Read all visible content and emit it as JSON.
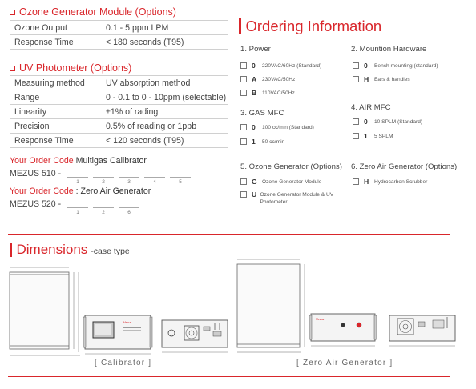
{
  "ozone_module": {
    "title": "Ozone Generator Module (Options)",
    "rows": [
      {
        "k": "Ozone Output",
        "v": "0.1 - 5 ppm LPM"
      },
      {
        "k": "Response Time",
        "v": "< 180 seconds (T95)"
      }
    ]
  },
  "uv_photometer": {
    "title": "UV Photometer (Options)",
    "rows": [
      {
        "k": "Measuring method",
        "v": "UV absorption method"
      },
      {
        "k": "Range",
        "v": "0 - 0.1 to 0 - 10ppm (selectable)"
      },
      {
        "k": "Linearity",
        "v": "±1% of rading"
      },
      {
        "k": "Precision",
        "v": "0.5% of reading or 1ppb"
      },
      {
        "k": "Response Time",
        "v": "< 120 seconds (T95)"
      }
    ]
  },
  "order_code_1": {
    "label": "Your Order Code",
    "name": " Multigas Calibrator",
    "model": "MEZUS 510 -",
    "slots": [
      "1",
      "2",
      "3",
      "4",
      "5"
    ]
  },
  "order_code_2": {
    "label": "Your Order Code",
    "name": " : Zero Air Generator",
    "model": "MEZUS 520 -",
    "slots": [
      "1",
      "2",
      "6"
    ]
  },
  "ordering": {
    "title": "Ordering Information",
    "power": {
      "title": "1. Power",
      "options": [
        {
          "code": "0",
          "desc": "220VAC/60Hz (Standard)"
        },
        {
          "code": "A",
          "desc": "230VAC/50Hz"
        },
        {
          "code": "B",
          "desc": "110VAC/50Hz"
        }
      ]
    },
    "mount": {
      "title": "2. Mountion Hardware",
      "options": [
        {
          "code": "0",
          "desc": "Bench mounting (standard)"
        },
        {
          "code": "H",
          "desc": "Ears & handles"
        }
      ]
    },
    "gas_mfc": {
      "title": "3. GAS MFC",
      "options": [
        {
          "code": "0",
          "desc": "100 cc/min (Standard)"
        },
        {
          "code": "1",
          "desc": "50 cc/min"
        }
      ]
    },
    "air_mfc": {
      "title": "4. AIR MFC",
      "options": [
        {
          "code": "0",
          "desc": "10 SPLM (Standard)"
        },
        {
          "code": "1",
          "desc": "5 SPLM"
        }
      ]
    },
    "ozone_gen": {
      "title": "5. Ozone Generator (Options)",
      "options": [
        {
          "code": "G",
          "desc": "Ozone Generator Module"
        },
        {
          "code": "U",
          "desc": "Ozone Generator Module & UV Photometer"
        }
      ]
    },
    "zero_air": {
      "title": "6. Zero Air Generator (Options)",
      "options": [
        {
          "code": "H",
          "desc": "Hydrocarbon Scrubber"
        }
      ]
    }
  },
  "dimensions": {
    "title": "Dimensions",
    "subtitle": "-case type",
    "caption_1": "[  Calibrator  ]",
    "caption_2": "[  Zero  Air  Generator  ]",
    "brand": "Mezus"
  },
  "colors": {
    "accent": "#d9262b",
    "text": "#333333"
  }
}
